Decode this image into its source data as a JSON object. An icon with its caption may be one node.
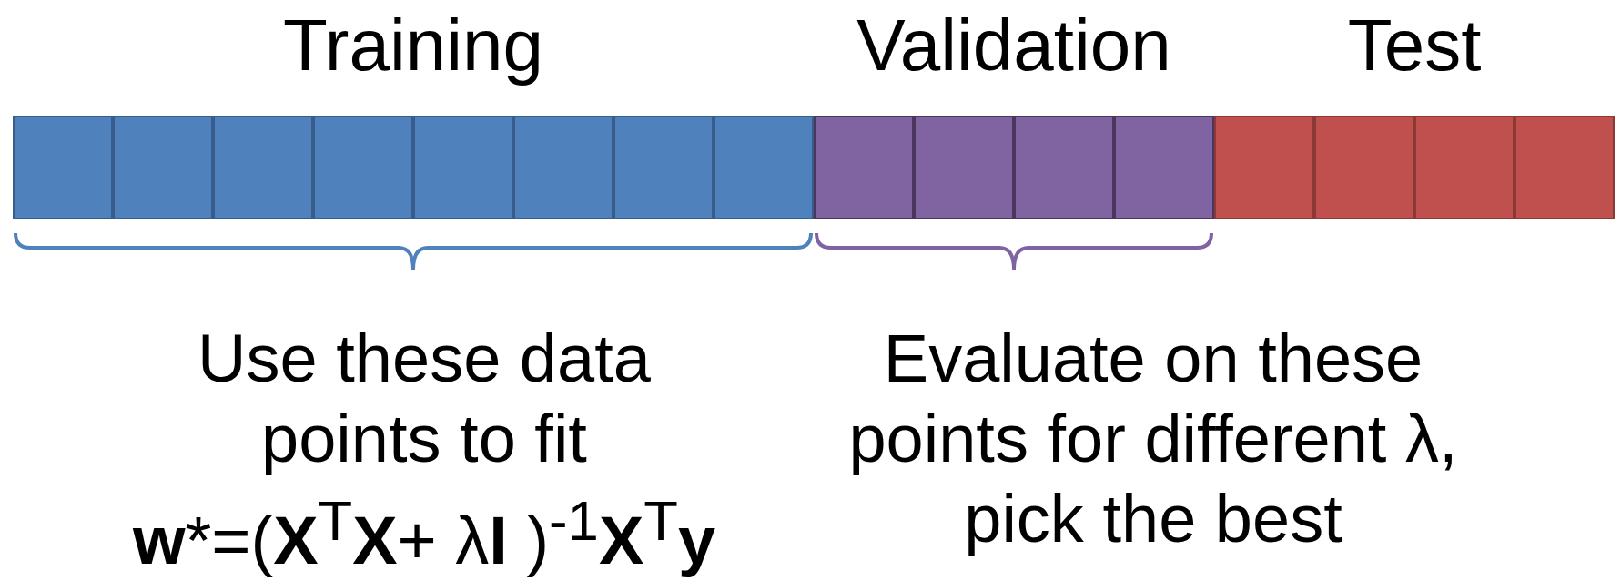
{
  "diagram": {
    "nodes": [
      {
        "text": [
          "Training"
        ]
      },
      {
        "text": [
          "Validation"
        ]
      },
      {
        "text": [
          "Test"
        ]
      },
      {
        "text": [],
        "shape": "box",
        "in": 0
      },
      {
        "text": [],
        "shape": "box",
        "in": 0
      },
      {
        "text": [],
        "shape": "box",
        "in": 0
      },
      {
        "text": [],
        "shape": "box",
        "in": 0
      },
      {
        "text": [],
        "shape": "box",
        "in": 0
      },
      {
        "text": [],
        "shape": "box",
        "in": 0
      },
      {
        "text": [],
        "shape": "box",
        "in": 0
      },
      {
        "text": [],
        "shape": "box",
        "in": 0
      },
      {
        "text": [],
        "shape": "box",
        "in": 1
      },
      {
        "text": [],
        "shape": "box",
        "in": 1
      },
      {
        "text": [],
        "shape": "box",
        "in": 1
      },
      {
        "text": [],
        "shape": "box",
        "in": 1
      },
      {
        "text": [],
        "shape": "box",
        "in": 2
      },
      {
        "text": [],
        "shape": "box",
        "in": 2
      },
      {
        "text": [],
        "shape": "box",
        "in": 2
      },
      {
        "text": [],
        "shape": "box",
        "in": 2
      }
    ],
    "edges": [],
    "labels": [
      "Use these data points to fit",
      "**w***=(**X**$^{T}$**X**+ λ**I** )$^{-1}$**X**$^{T}$**y**",
      "Evaluate on these points for different λ, pick the best"
    ]
  }
}
